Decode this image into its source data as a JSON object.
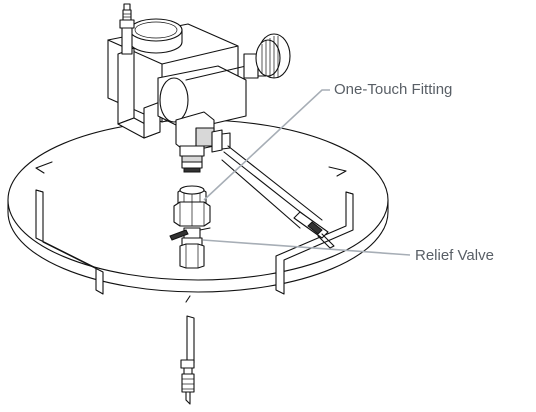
{
  "callouts": [
    {
      "id": "one-touch-fitting",
      "text": "One-Touch Fitting"
    },
    {
      "id": "relief-valve",
      "text": "Relief Valve"
    }
  ],
  "colors": {
    "line": "#111111",
    "callout_line": "#a7aeb6",
    "label_text": "#595f66",
    "shade": "#d8d8d8"
  }
}
